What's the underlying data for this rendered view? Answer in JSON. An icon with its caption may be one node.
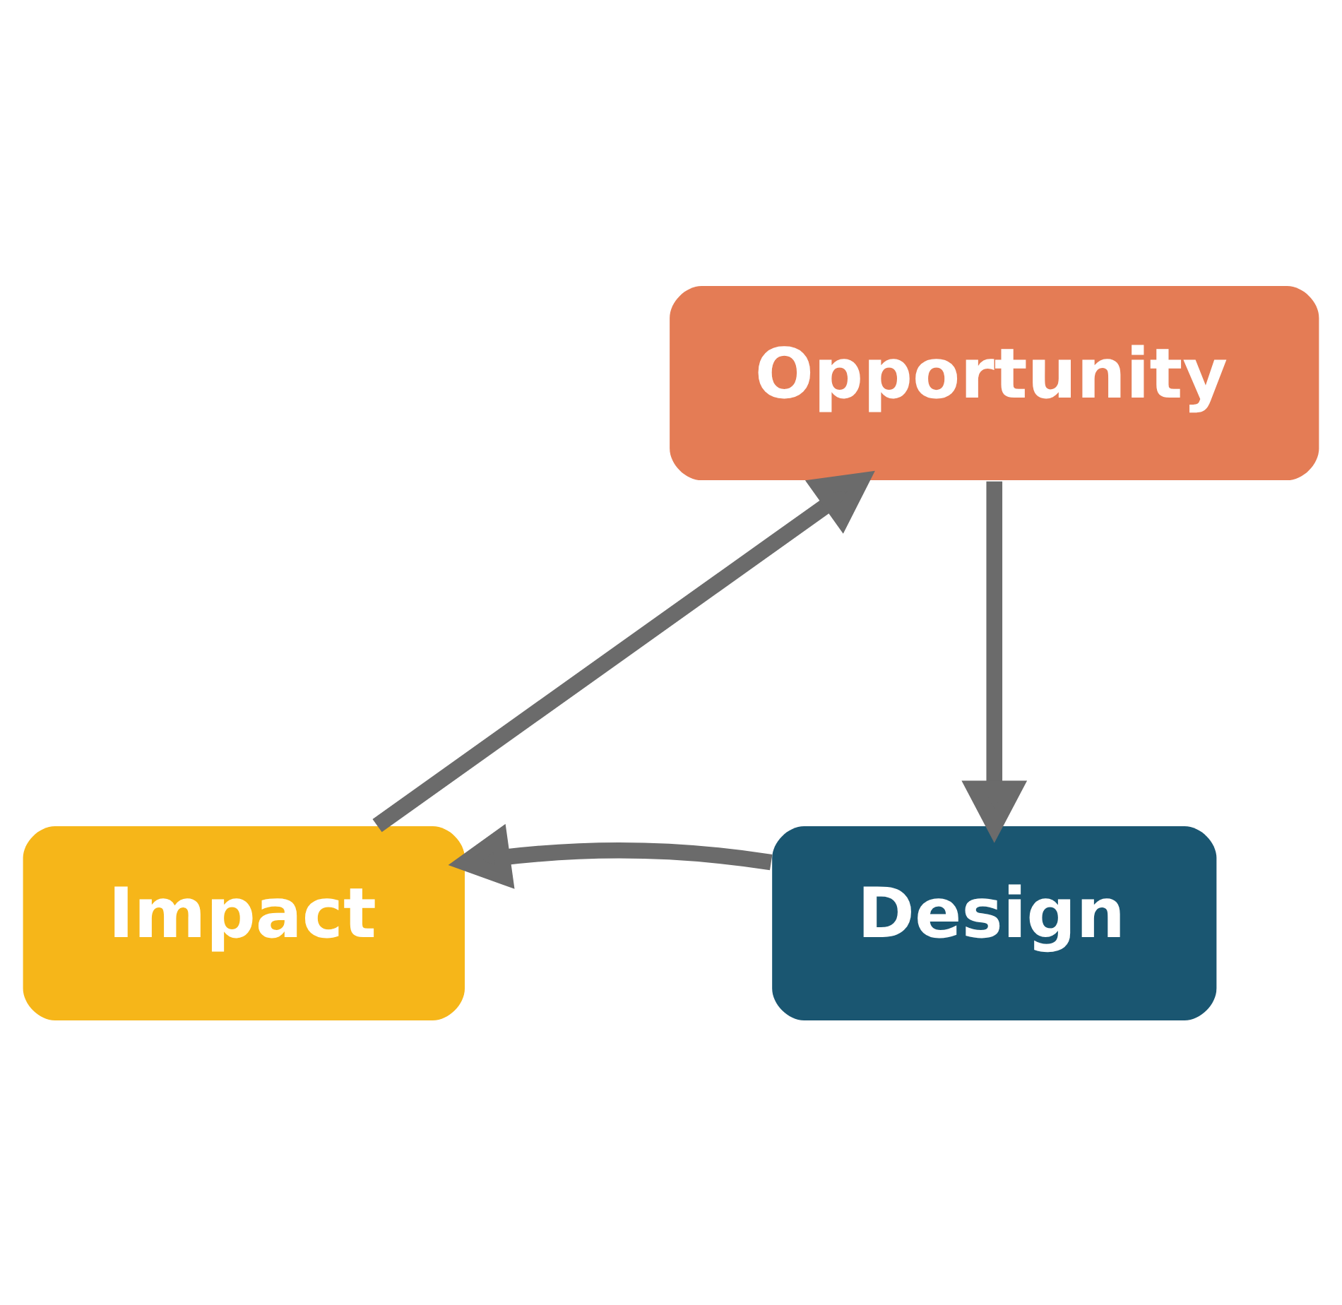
{
  "diagram": {
    "nodes": [
      {
        "text": [
          "Opportunity"
        ]
      },
      {
        "text": [
          "Design"
        ]
      },
      {
        "text": [
          "Impact"
        ]
      }
    ],
    "edges": [
      {
        "from": 0,
        "to": 1,
        "arrow": "to"
      },
      {
        "from": 1,
        "to": 2,
        "arrow": "to"
      },
      {
        "from": 2,
        "to": 0,
        "arrow": "to"
      }
    ]
  }
}
